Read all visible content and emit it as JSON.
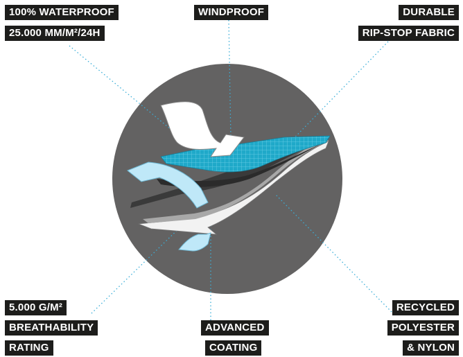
{
  "labels": {
    "waterproof_1": "100% WATERPROOF",
    "waterproof_2": "25.000 MM/M²/24H",
    "windproof": "WINDPROOF",
    "durable_1": "DURABLE",
    "durable_2": "RIP-STOP FABRIC",
    "breath_1": "5.000 G/M²",
    "breath_2": "BREATHABILITY",
    "breath_3": "RATING",
    "coating_1": "ADVANCED",
    "coating_2": "COATING",
    "recycled_1": "RECYCLED",
    "recycled_2": "POLYESTER",
    "recycled_3": "& NYLON"
  },
  "colors": {
    "circle": "#636262",
    "label_bg": "#1d1d1b",
    "label_text": "#ffffff",
    "ripstop": "#1fa9c9",
    "arrow_light_blue": "#bfe8f8",
    "leader_line": "#3aaed8"
  }
}
